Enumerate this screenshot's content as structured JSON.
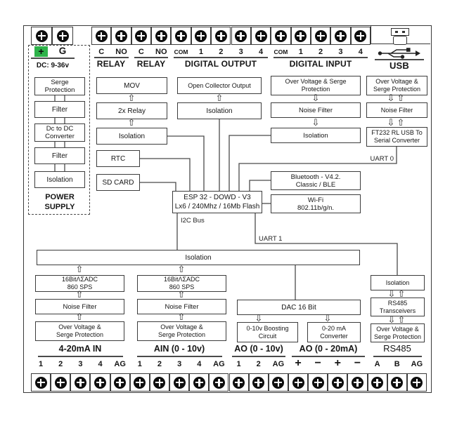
{
  "colors": {
    "accent_green": "#2eb34a",
    "line": "#4a4a4a",
    "ink": "#151515"
  },
  "icons": {
    "up_arrow": "⇧",
    "down_arrow": "⇩",
    "usb_symbol": "usb-trident",
    "usb_plug": "usb-flash-drive"
  },
  "power_terminal": {
    "plus": "+",
    "ground": "G",
    "voltage": "DC: 9-36v"
  },
  "top_terminals": [
    "C",
    "NO",
    "C",
    "NO",
    "COM",
    "1",
    "2",
    "3",
    "4",
    "COM",
    "1",
    "2",
    "3",
    "4"
  ],
  "top_groups": {
    "relay1": "RELAY",
    "relay2": "RELAY",
    "digital_output": "DIGITAL OUTPUT",
    "digital_input": "DIGITAL INPUT",
    "usb": "USB"
  },
  "power_supply": {
    "title": "POWER\nSUPPLY",
    "serge_protection": "Serge\nProtection",
    "filter1": "Filter",
    "dc_to_dc": "Dc to DC\nConverter",
    "filter2": "Filter",
    "isolation": "Isolation"
  },
  "blocks": {
    "mov": "MOV",
    "relay_2x": "2x Relay",
    "relay_isolation": "Isolation",
    "rtc": "RTC",
    "sd_card": "SD CARD",
    "open_collector": "Open Collector Output",
    "do_isolation": "Isolation",
    "di_ovp": "Over Voltage & Serge\nProtection",
    "di_noise_filter": "Noise Filter",
    "di_isolation": "Isolation",
    "usb_ovp": "Over Voltage &\nSerge Protection",
    "usb_noise_filter": "Noise Filter",
    "ft232": "FT232 RL USB To\nSerial Converter",
    "esp32": "ESP 32 - DOWD - V3\nLx6 / 240Mhz / 16Mb Flash",
    "bluetooth": "Bluetooth - V4.2.\nClassic / BLE",
    "wifi": "Wi-Fi\n802.11b/g/n.",
    "isolation_bar": "Isolation",
    "adc1": "16BitΛΣADC\n860 SPS",
    "adc2": "16BitΛΣADC\n860 SPS",
    "noise_filter1": "Noise Filter",
    "noise_filter2": "Noise Filter",
    "ovp1": "Over Voltage &\nSerge Protection",
    "ovp2": "Over Voltage &\nSerge Protection",
    "dac": "DAC 16 Bit",
    "boost": "0-10v Boosting\nCircuit",
    "converter_020": "0-20 mA\nConverter",
    "rs485_isolation": "Isolation",
    "rs485_transceivers": "RS485\nTransceivers",
    "rs485_ovp": "Over Voltage &\nSerge Protection"
  },
  "bus_labels": {
    "i2c": "I2C Bus",
    "uart0": "UART 0",
    "uart1": "UART 1"
  },
  "bottom_groups": [
    {
      "label": "4-20mA IN",
      "terminals": [
        "1",
        "2",
        "3",
        "4",
        "AG"
      ]
    },
    {
      "label": "AIN (0 - 10v)",
      "terminals": [
        "1",
        "2",
        "3",
        "4",
        "AG"
      ]
    },
    {
      "label": "AO (0 - 10v)",
      "terminals": [
        "1",
        "2",
        "AG"
      ]
    },
    {
      "label": "AO (0 - 20mA)",
      "terminals": [
        "+",
        "−",
        "+",
        "−"
      ]
    },
    {
      "label": "RS485",
      "terminals": [
        "A",
        "B",
        "AG"
      ]
    }
  ]
}
